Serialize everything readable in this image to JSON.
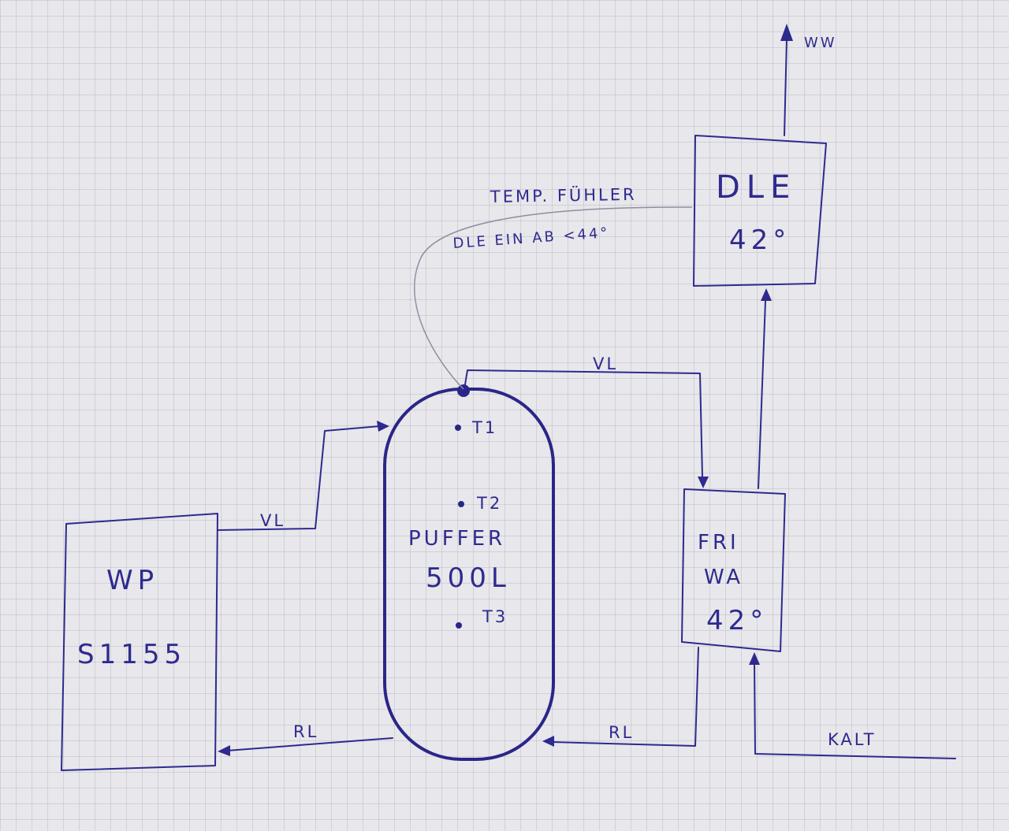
{
  "wp": {
    "name": "WP",
    "model": "S1155"
  },
  "puffer": {
    "name": "PUFFER",
    "volume": "500L",
    "sensors": [
      "T1",
      "T2",
      "T3"
    ]
  },
  "friwa": {
    "line1": "FRI",
    "line2": "WA",
    "temp": "42°"
  },
  "dle": {
    "name": "DLE",
    "temp": "42°"
  },
  "wiring": {
    "line1": "TEMP. FÜHLER",
    "line2": "DLE EIN AB <44°"
  },
  "pipes": {
    "vl_wp": "VL",
    "rl_wp": "RL",
    "vl_friwa": "VL",
    "rl_friwa": "RL",
    "ww": "WW",
    "kalt": "KALT"
  }
}
